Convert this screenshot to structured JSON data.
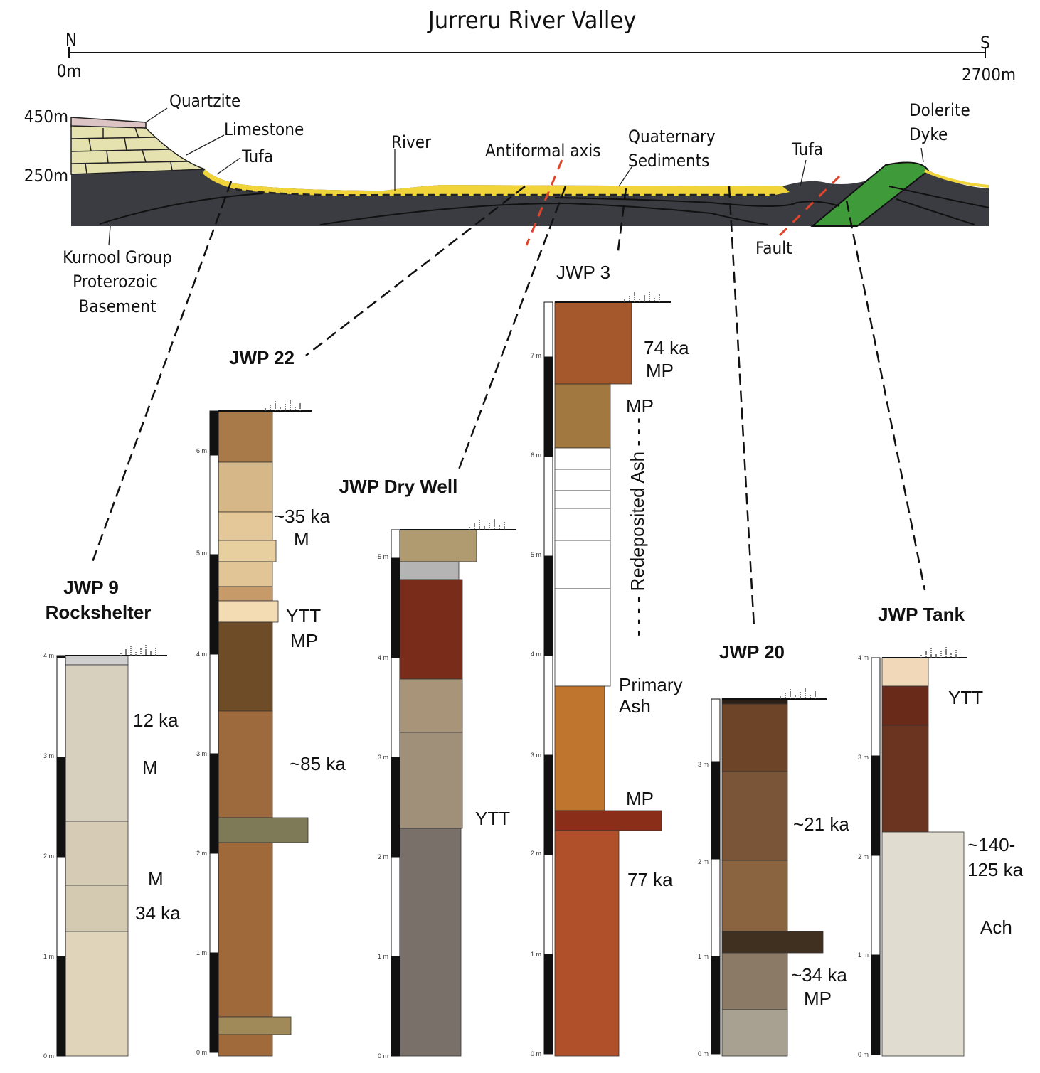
{
  "title": "Jurreru River Valley",
  "compass": {
    "north": "N",
    "south": "S",
    "start": "0m",
    "end": "2700m"
  },
  "elevation": {
    "high": "450m",
    "low": "250m"
  },
  "section_labels": {
    "quartzite": "Quartzite",
    "limestone": "Limestone",
    "tufa_left": "Tufa",
    "river": "River",
    "antiformal_axis": "Antiformal axis",
    "quaternary_1": "Quaternary",
    "quaternary_2": "Sediments",
    "tufa_right": "Tufa",
    "dolerite_1": "Dolerite",
    "dolerite_2": "Dyke",
    "fault": "Fault",
    "kurnool_1": "Kurnool Group",
    "kurnool_2": "Proterozoic",
    "kurnool_3": "Basement"
  },
  "colors": {
    "basement": "#3b3c42",
    "limestone": "#e6e2b0",
    "quartzite": "#dcc4c4",
    "quaternary": "#f0d43a",
    "dolerite": "#3f9a3a",
    "axis_fault": "#e0442a"
  },
  "columns": {
    "jwp9": {
      "name_1": "JWP 9",
      "name_2": "Rockshelter",
      "scale": [
        "4 m",
        "3 m",
        "2 m",
        "1 m",
        "0 m"
      ],
      "labels": [
        "12 ka",
        "M",
        "M",
        "34 ka"
      ]
    },
    "jwp22": {
      "name": "JWP 22",
      "scale": [
        "6 m",
        "5 m",
        "4 m",
        "3 m",
        "2 m",
        "1 m",
        "0 m"
      ],
      "labels": [
        "~35 ka",
        "M",
        "YTT",
        "MP",
        "~85 ka"
      ]
    },
    "dry_well": {
      "name": "JWP Dry Well",
      "scale": [
        "5 m",
        "4 m",
        "3 m",
        "2 m",
        "1 m",
        "0 m"
      ],
      "labels": [
        "YTT"
      ]
    },
    "jwp3": {
      "name": "JWP 3",
      "scale": [
        "7 m",
        "6 m",
        "5 m",
        "4 m",
        "3 m",
        "2 m",
        "1 m",
        "0 m"
      ],
      "labels": [
        "74 ka",
        "MP",
        "MP",
        "Redeposited Ash",
        "Primary",
        "Ash",
        "MP",
        "77 ka"
      ]
    },
    "jwp20": {
      "name": "JWP 20",
      "scale": [
        "3 m",
        "2 m",
        "1 m",
        "0 m"
      ],
      "labels": [
        "~21 ka",
        "~34 ka",
        "MP"
      ]
    },
    "tank": {
      "name": "JWP Tank",
      "scale": [
        "4 m",
        "3 m",
        "2 m",
        "1 m",
        "0 m"
      ],
      "labels": [
        "YTT",
        "~140-",
        "125 ka",
        "Ach"
      ]
    }
  }
}
